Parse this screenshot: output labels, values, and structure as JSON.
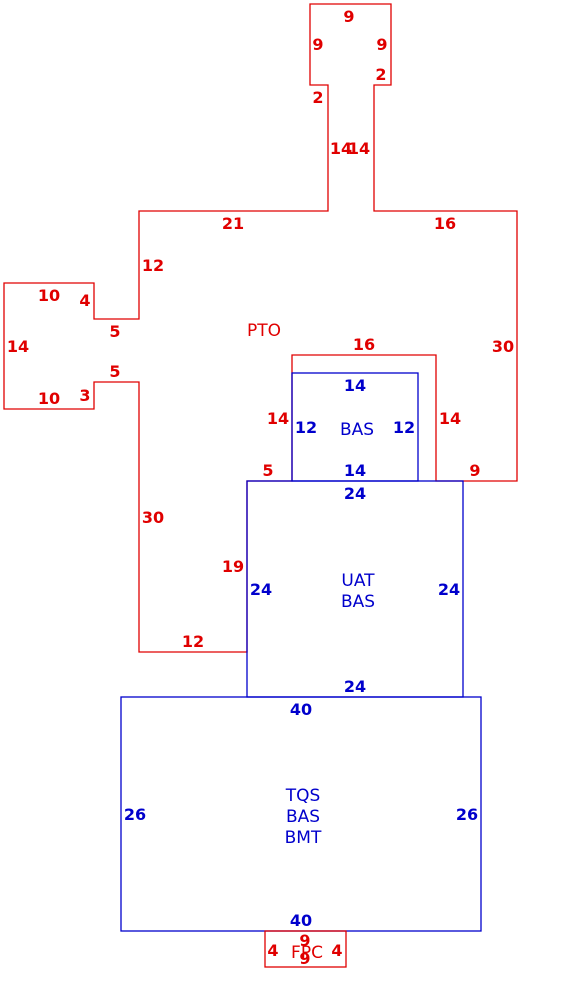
{
  "colors": {
    "outline_red": "#e00000",
    "outline_blue": "#0000cc",
    "background": "#ffffff"
  },
  "areas": {
    "pto": "PTO",
    "bas_small": "BAS",
    "uat_bas": [
      "UAT",
      "BAS"
    ],
    "tqs_bas_bmt": [
      "TQS",
      "BAS",
      "BMT"
    ],
    "fpc": "FPC"
  },
  "dims": {
    "chimney_top": "9",
    "chimney_left": "9",
    "chimney_right": "9",
    "chimney_step_left": "2",
    "chimney_step_right": "2",
    "chimney_shaft_left": "14",
    "chimney_shaft_right": "14",
    "pto_top_left": "21",
    "pto_top_right": "16",
    "pto_upper_left": "12",
    "bump_top": "10",
    "bump_top_inner": "4",
    "bump_left": "14",
    "bump_bottom": "10",
    "bump_bottom_inner": "3",
    "bump_neck_top": "5",
    "bump_neck_bottom": "5",
    "pto_right": "30",
    "pto_lower_left": "30",
    "pto_bottom_left": "12",
    "pto_uat_left": "19",
    "pto_bottom_right": "9",
    "pto_notch_top": "16",
    "pto_notch_left": "14",
    "pto_notch_right": "14",
    "pto_notch_bottom_left": "5",
    "bas_top": "14",
    "bas_left": "12",
    "bas_right": "12",
    "bas_bottom": "14",
    "uat_top": "24",
    "uat_left": "24",
    "uat_right": "24",
    "uat_bottom": "24",
    "tqs_top": "40",
    "tqs_left": "26",
    "tqs_right": "26",
    "tqs_bottom": "40",
    "fpc_left": "4",
    "fpc_right": "4",
    "fpc_top": "9",
    "fpc_bottom": "9"
  }
}
